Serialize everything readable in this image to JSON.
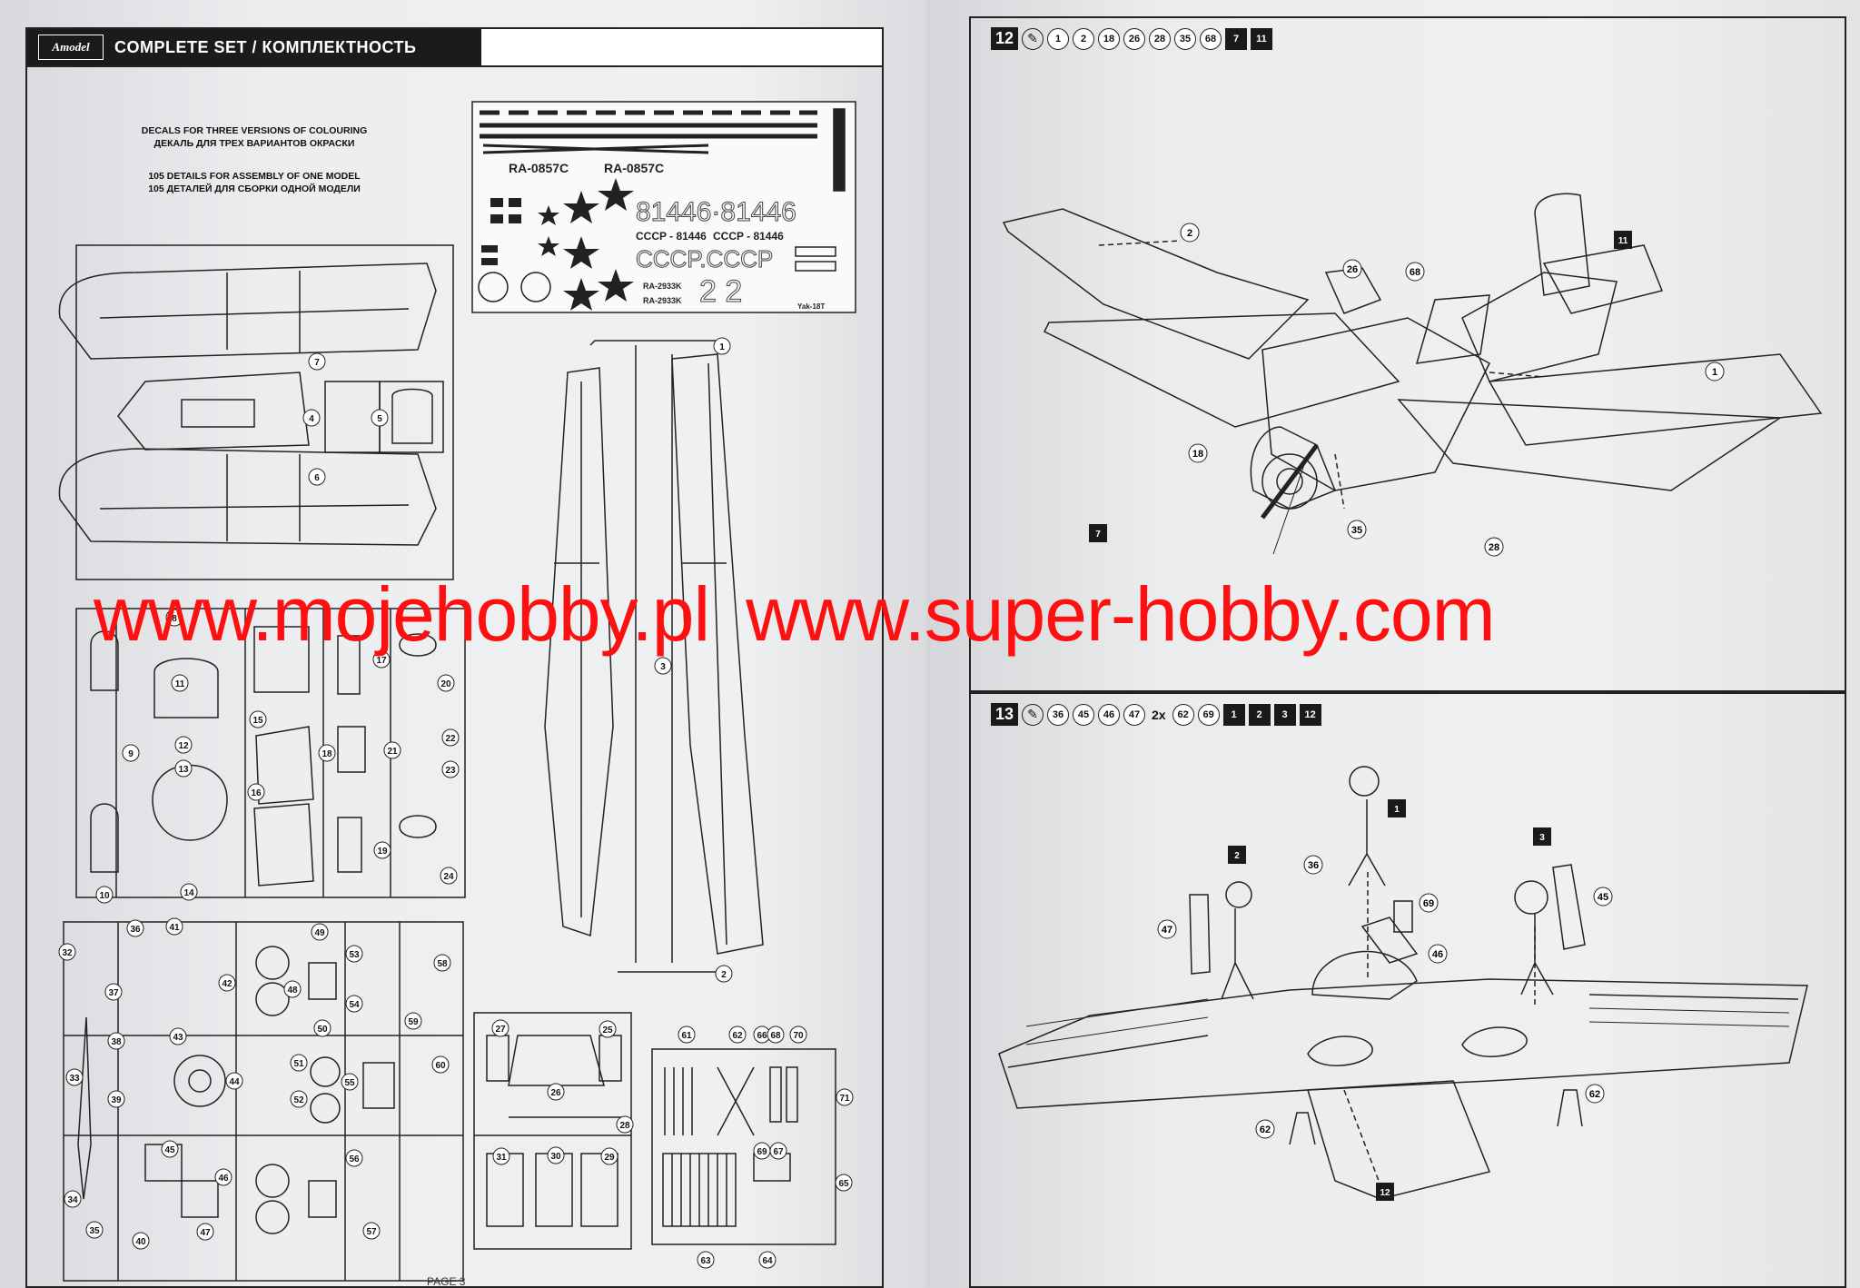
{
  "left_page": {
    "logo": "Amodel",
    "header_title": "COMPLETE SET / КОМПЛЕКТНОСТЬ",
    "intro": {
      "decals_en": "DECALS FOR THREE VERSIONS OF COLOURING",
      "decals_ru": "ДЕКАЛЬ ДЛЯ ТРЕХ ВАРИАНТОВ ОКРАСКИ",
      "details_en": "105 DETAILS FOR ASSEMBLY OF ONE MODEL",
      "details_ru": "105 ДЕТАЛЕЙ ДЛЯ СБОРКИ ОДНОЙ МОДЕЛИ"
    },
    "decal_sheet": {
      "reg_a": "RA-0857C",
      "reg_b": "RA-0857C",
      "tail_number": "81446·81446",
      "cccp_reg_a": "CCCP - 81446",
      "cccp_reg_b": "CCCP - 81446",
      "cccp_text": "CCCP.CCCP",
      "number_22": "2 2",
      "ra_small_a": "RA-2933K",
      "ra_small_b": "RA-2933K",
      "model_name": "Yak-18T"
    },
    "sprue_a_parts": [
      "1",
      "2",
      "3",
      "4",
      "5",
      "6",
      "7"
    ],
    "sprue_b_parts": [
      "8",
      "9",
      "10",
      "11",
      "12",
      "13",
      "14",
      "15",
      "16",
      "17",
      "18",
      "19",
      "20",
      "21",
      "22",
      "23",
      "24"
    ],
    "sprue_c_parts": [
      "32",
      "33",
      "34",
      "35",
      "36",
      "37",
      "38",
      "39",
      "40",
      "41",
      "42",
      "43",
      "44",
      "45",
      "46",
      "47",
      "48",
      "49",
      "50",
      "51",
      "52",
      "53",
      "54",
      "55",
      "56",
      "57",
      "58",
      "59",
      "60"
    ],
    "clear_sprue_parts": [
      "25",
      "26",
      "27",
      "28",
      "29",
      "30",
      "31"
    ],
    "etch_parts": [
      "61",
      "62",
      "63",
      "64",
      "65",
      "66",
      "67",
      "68",
      "69",
      "70",
      "71"
    ],
    "page_label": "PAGE 3"
  },
  "step12": {
    "number": "12",
    "parts": [
      "1",
      "2",
      "18",
      "26",
      "28",
      "35",
      "68"
    ],
    "prior_steps": [
      "7",
      "11"
    ],
    "callouts": {
      "wing_left": "2",
      "wing_right": "1",
      "canopy": "26",
      "antenna": "68",
      "step_block_tail": "11",
      "step_block_engine": "7",
      "intake": "18",
      "scoop": "35",
      "fairing": "28"
    }
  },
  "step13": {
    "number": "13",
    "parts": [
      "36",
      "45",
      "46",
      "47"
    ],
    "multiplier": "2x",
    "multi_parts": [
      "62",
      "69"
    ],
    "prior_steps": [
      "1",
      "2",
      "3",
      "12"
    ],
    "callouts": {
      "seat1": "1",
      "seat2": "2",
      "seat3": "3",
      "p36": "36",
      "p45": "45",
      "p46": "46",
      "p47": "47",
      "p69": "69",
      "p62a": "62",
      "p62b": "62",
      "wing_step": "12"
    }
  },
  "watermark": {
    "site_a": "www.mojehobby.pl",
    "site_b": "www.super-hobby.com"
  }
}
